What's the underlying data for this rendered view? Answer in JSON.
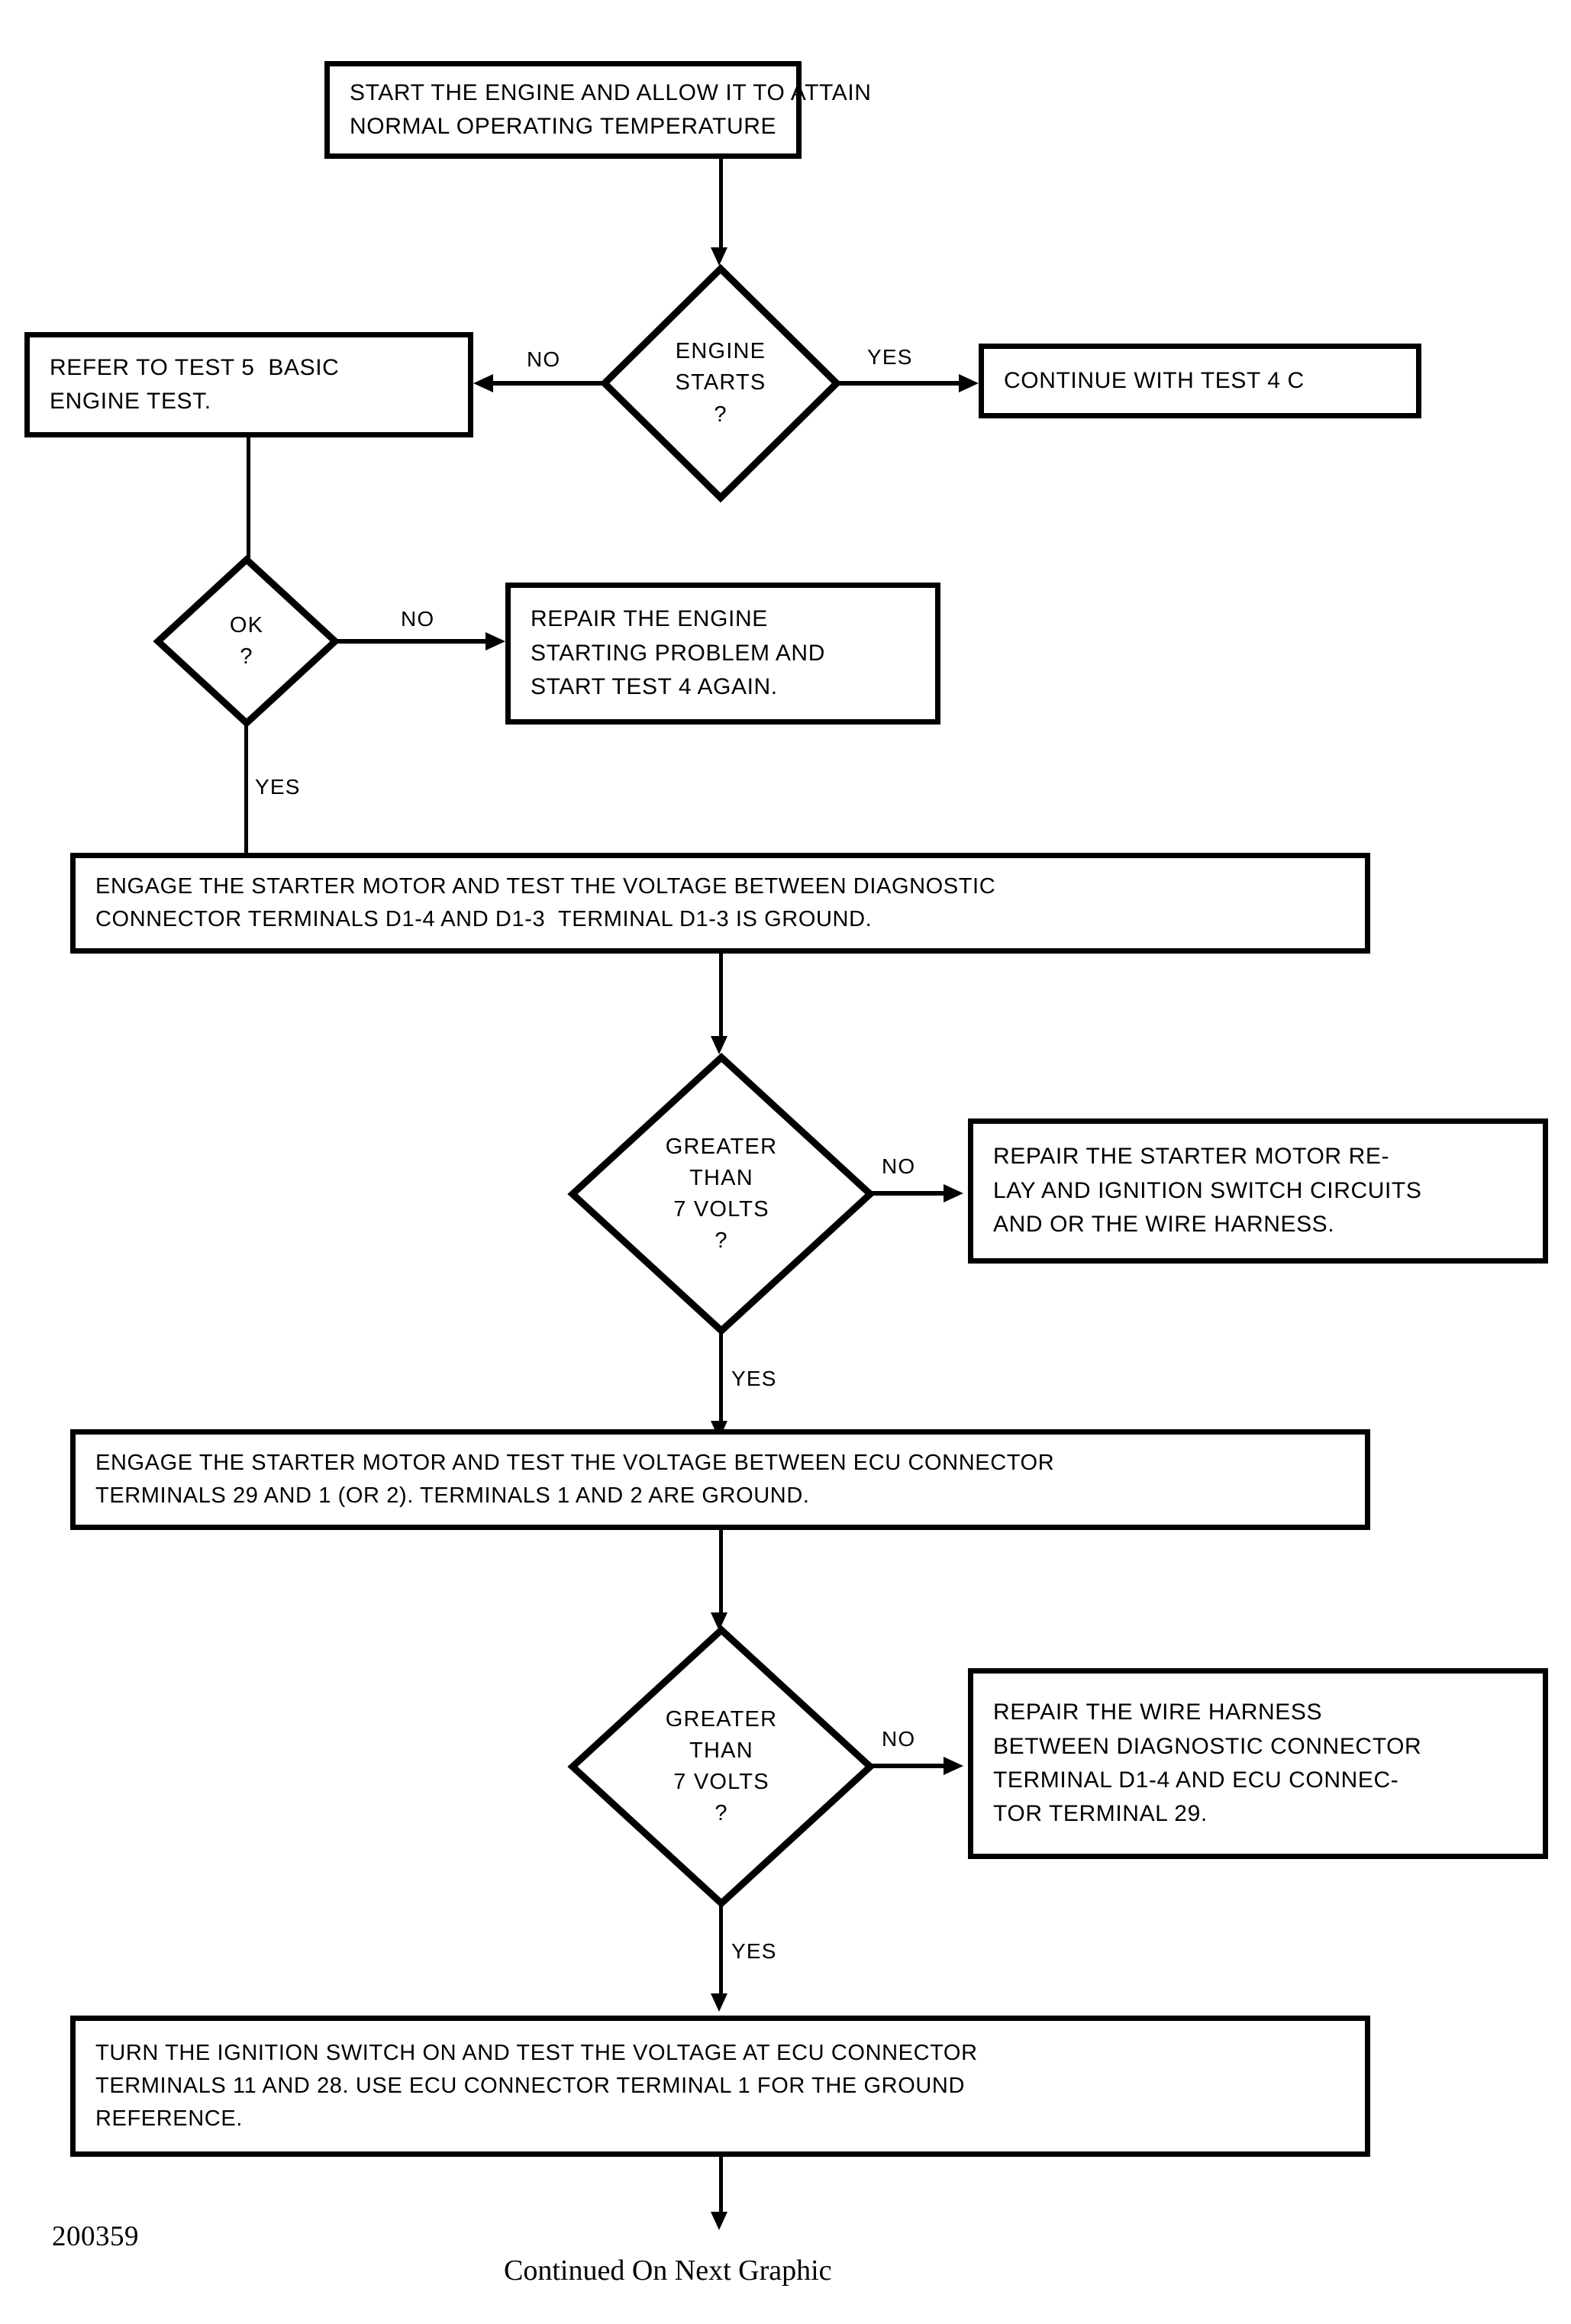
{
  "figure": {
    "number": "200359",
    "continued_note": "Continued On Next Graphic"
  },
  "nodes": {
    "start": {
      "id": "start-engine-box",
      "lines": [
        "START THE ENGINE AND ALLOW IT TO ATTAIN",
        "NORMAL OPERATING TEMPERATURE"
      ]
    },
    "engine_starts": {
      "id": "engine-starts-decision",
      "lines": [
        "ENGINE",
        "STARTS",
        "?"
      ]
    },
    "refer_test5": {
      "id": "refer-to-test-5-box",
      "lines": [
        "REFER TO TEST 5  BASIC",
        "ENGINE TEST."
      ]
    },
    "continue_test4c": {
      "id": "continue-with-test-4c-box",
      "lines": [
        "CONTINUE WITH TEST 4 C"
      ]
    },
    "ok": {
      "id": "ok-decision",
      "lines": [
        "OK",
        "?"
      ]
    },
    "repair_starting": {
      "id": "repair-engine-starting-box",
      "lines": [
        "REPAIR THE ENGINE",
        "STARTING PROBLEM AND",
        "START TEST 4 AGAIN."
      ]
    },
    "engage_starter_diag": {
      "id": "engage-starter-diagnostic-box",
      "lines": [
        "ENGAGE THE STARTER MOTOR AND TEST THE VOLTAGE BETWEEN DIAGNOSTIC",
        "CONNECTOR TERMINALS D1-4 AND D1-3  TERMINAL D1-3 IS GROUND."
      ]
    },
    "volts_check_1": {
      "id": "greater-than-7-volts-decision-1",
      "lines": [
        "GREATER",
        "THAN",
        "7 VOLTS",
        "?"
      ]
    },
    "repair_relay": {
      "id": "repair-starter-relay-box",
      "lines": [
        "REPAIR THE STARTER MOTOR RE-",
        "LAY AND IGNITION SWITCH CIRCUITS",
        "AND OR THE WIRE HARNESS."
      ]
    },
    "engage_starter_ecu": {
      "id": "engage-starter-ecu-box",
      "lines": [
        "ENGAGE THE STARTER MOTOR AND TEST THE VOLTAGE BETWEEN ECU CONNECTOR",
        "TERMINALS 29 AND 1 (OR 2). TERMINALS 1 AND 2 ARE GROUND."
      ]
    },
    "volts_check_2": {
      "id": "greater-than-7-volts-decision-2",
      "lines": [
        "GREATER",
        "THAN",
        "7 VOLTS",
        "?"
      ]
    },
    "repair_harness": {
      "id": "repair-wire-harness-box",
      "lines": [
        "REPAIR THE WIRE HARNESS",
        "BETWEEN DIAGNOSTIC CONNECTOR",
        "TERMINAL D1-4 AND ECU CONNEC-",
        "TOR TERMINAL 29."
      ]
    },
    "turn_ignition": {
      "id": "turn-ignition-switch-box",
      "lines": [
        "TURN THE IGNITION SWITCH ON AND TEST THE VOLTAGE AT ECU CONNECTOR",
        "TERMINALS 11 AND 28. USE ECU CONNECTOR TERMINAL 1 FOR THE GROUND",
        "REFERENCE."
      ]
    }
  },
  "branch_labels": {
    "engine_starts_no": "NO",
    "engine_starts_yes": "YES",
    "ok_no": "NO",
    "ok_yes": "YES",
    "volts1_no": "NO",
    "volts1_yes": "YES",
    "volts2_no": "NO",
    "volts2_yes": "YES"
  },
  "colors": {
    "ink": "#000000",
    "paper": "#ffffff"
  }
}
